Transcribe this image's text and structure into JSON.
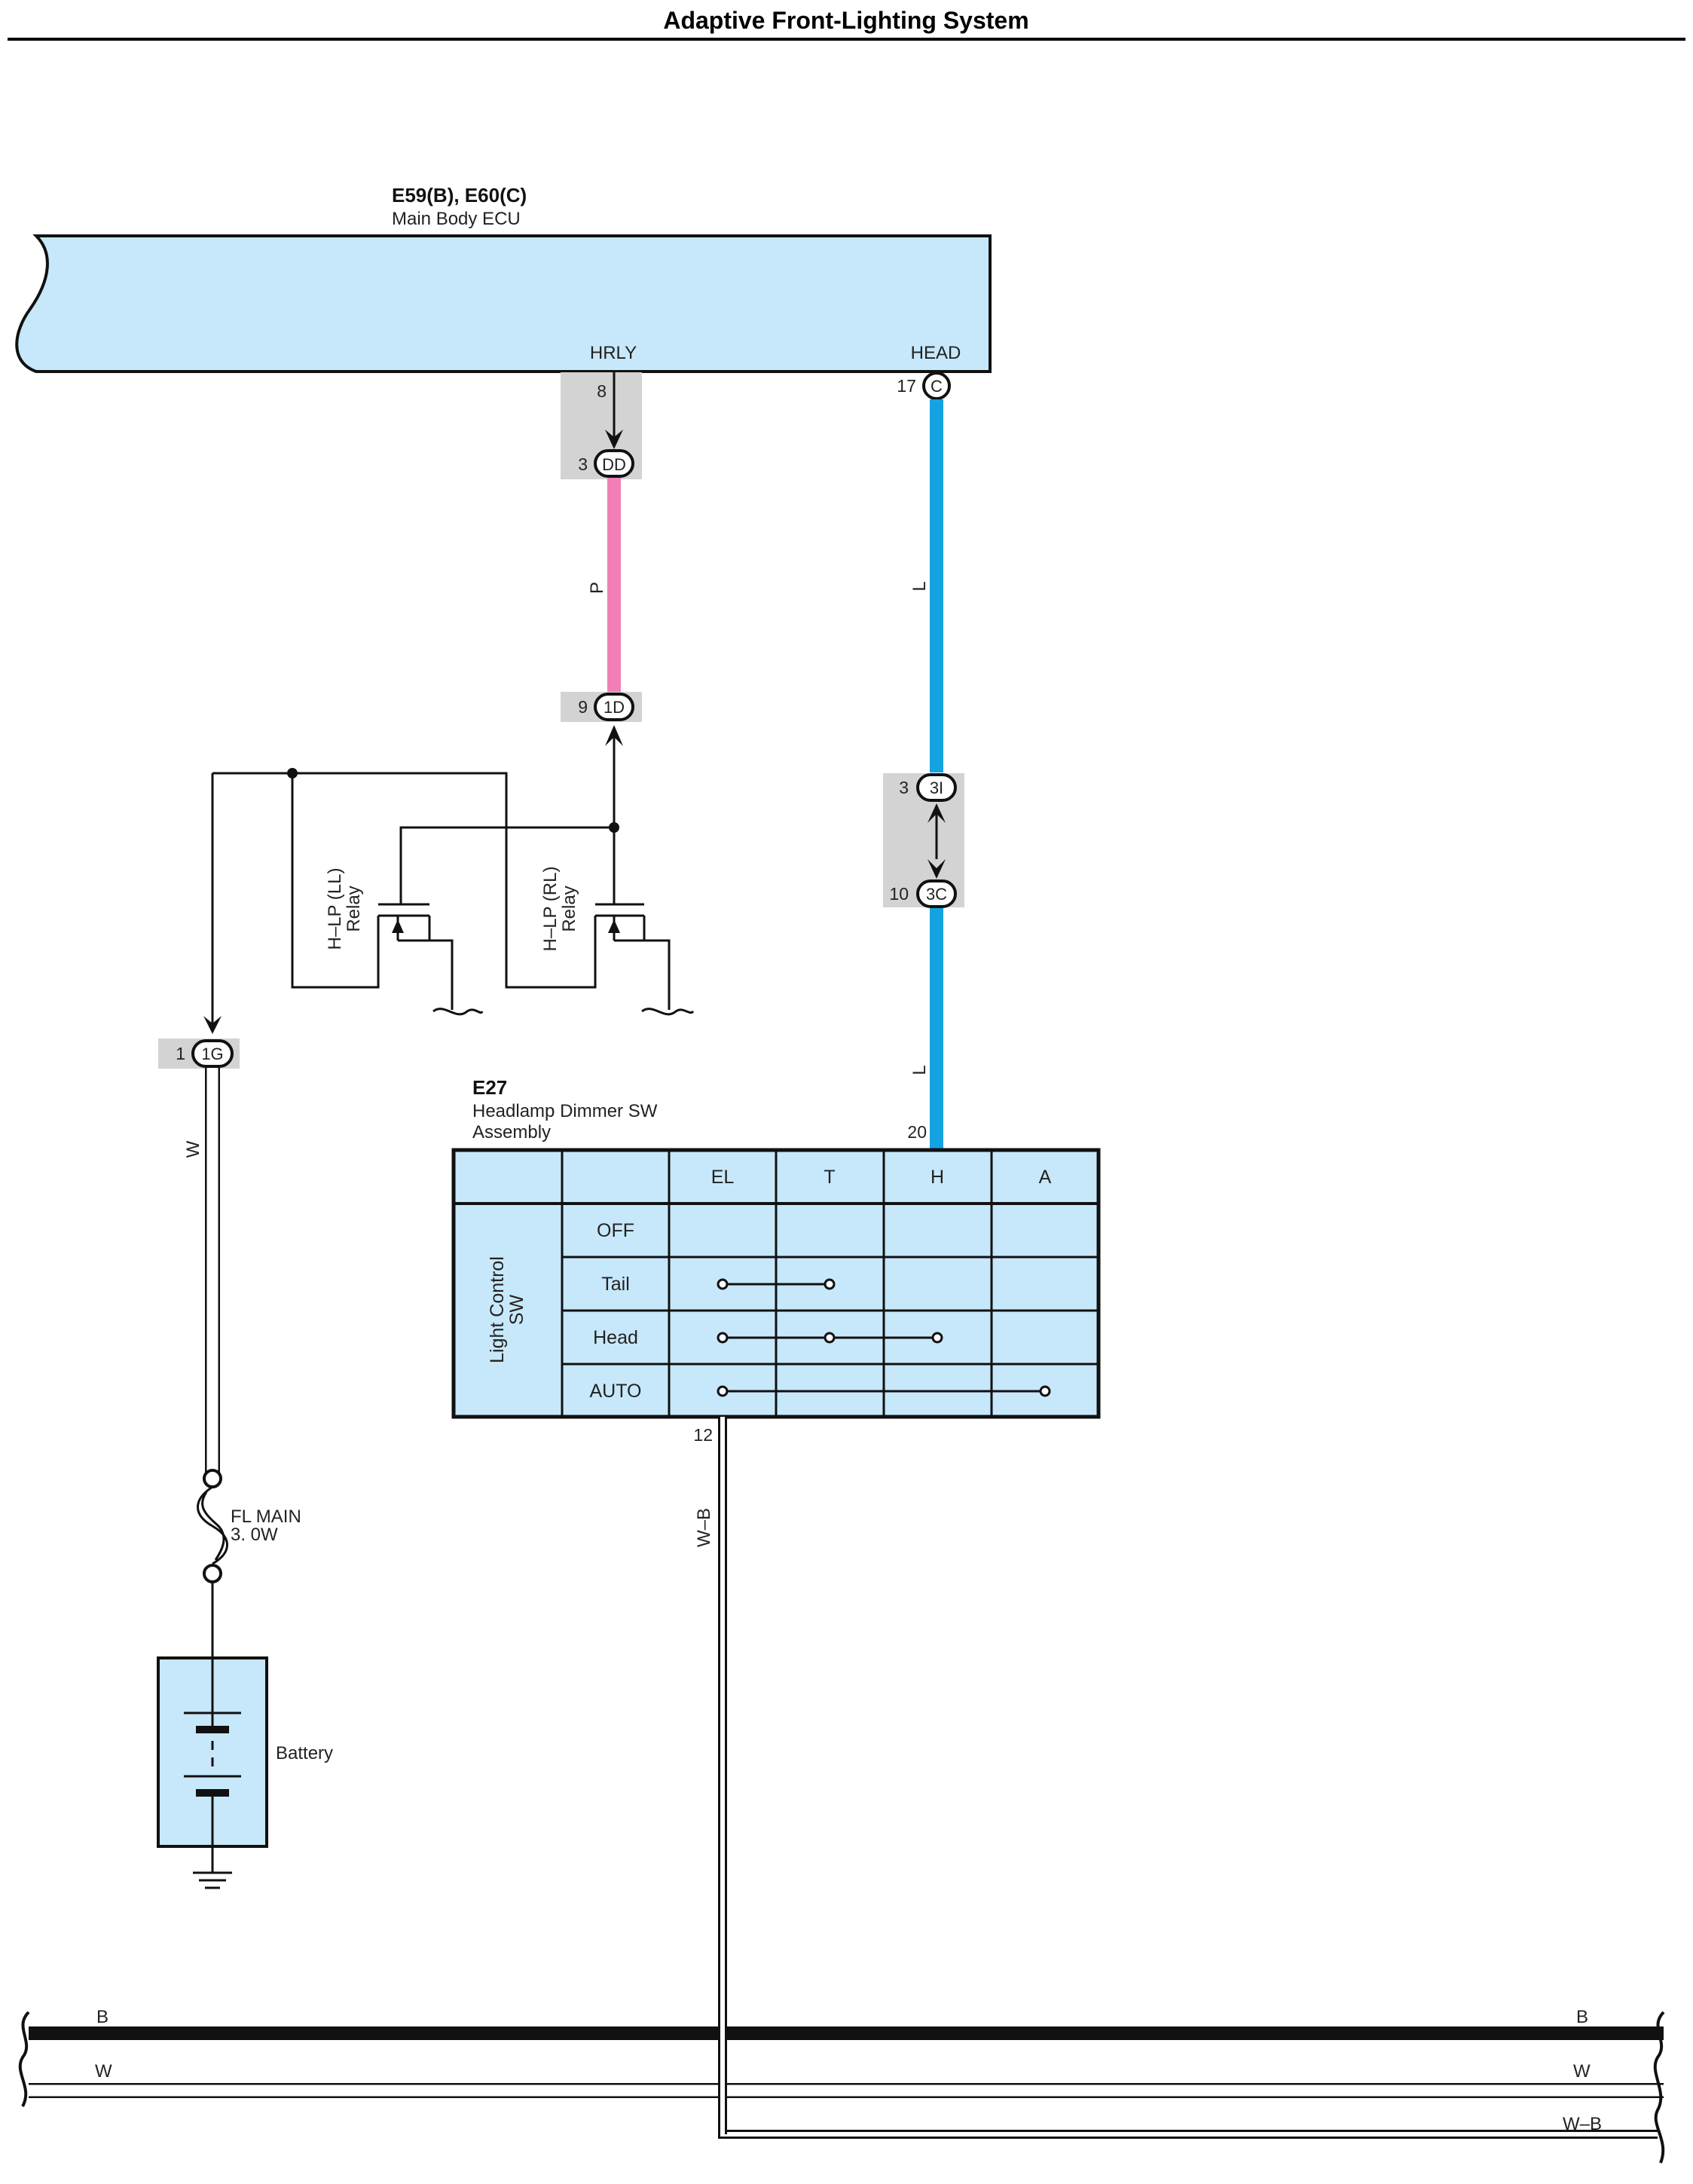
{
  "title": "Adaptive Front-Lighting System",
  "colors": {
    "component_fill": "#c7e8fa",
    "wire_blue": "#14a3e0",
    "wire_pink": "#f07fb6",
    "connector_gray": "#d3d3d3",
    "wire_black": "#111111"
  },
  "ecu": {
    "code": "E59(B), E60(C)",
    "name": "Main Body ECU",
    "terminal_hrly": "HRLY",
    "terminal_head": "HEAD",
    "pin_hrly": "8",
    "pin_head": "17",
    "connector_head": "C"
  },
  "connectors": {
    "dd": {
      "pin": "3",
      "label": "DD"
    },
    "d1": {
      "pin": "9",
      "label": "1D"
    },
    "c3i": {
      "pin": "3",
      "label": "3I"
    },
    "c3c": {
      "pin": "10",
      "label": "3C"
    },
    "g1": {
      "pin": "1",
      "label": "1G"
    }
  },
  "wires": {
    "pink": "P",
    "blue_upper": "L",
    "blue_lower": "L",
    "white": "W",
    "white_black": "W–B"
  },
  "relays": {
    "left": {
      "line1": "H–LP (LL)",
      "line2": "Relay"
    },
    "right": {
      "line1": "H–LP (RL)",
      "line2": "Relay"
    }
  },
  "switch": {
    "code": "E27",
    "name_line1": "Headlamp Dimmer SW",
    "name_line2": "Assembly",
    "pin_top": "20",
    "pin_bottom": "12",
    "group_label_line1": "Light Control",
    "group_label_line2": "SW",
    "columns": [
      "EL",
      "T",
      "H",
      "A"
    ],
    "rows": [
      "OFF",
      "Tail",
      "Head",
      "AUTO"
    ]
  },
  "fuse": {
    "name": "FL MAIN",
    "rating": "3. 0W"
  },
  "battery": {
    "label": "Battery"
  },
  "buses": {
    "b_left": "B",
    "b_right": "B",
    "w_left": "W",
    "w_right": "W",
    "wb_right": "W–B"
  }
}
